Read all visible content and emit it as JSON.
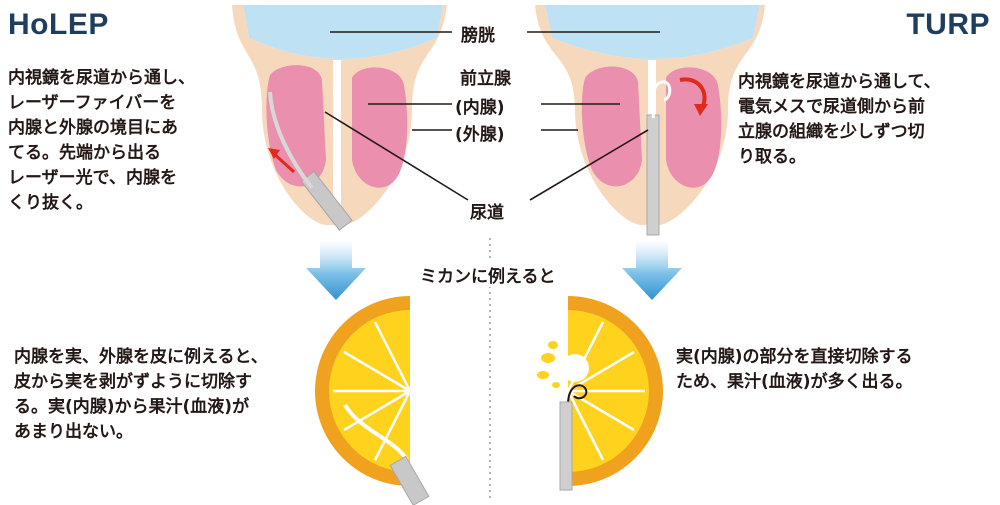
{
  "left": {
    "title": "HoLEP",
    "upper_desc": "内視鏡を尿道から通し、\nレーザーファイバーを\n内腺と外腺の境目にあ\nてる。先端から出る\nレーザー光で、内腺を\nくり抜く。",
    "lower_desc": "内腺を実、外腺を皮に例えると、\n皮から実を剥がずように切除す\nる。実(内腺)から果汁(血液)が\nあまり出ない。"
  },
  "right": {
    "title": "TURP",
    "upper_desc": "内視鏡を尿道から通して、\n電気メスで尿道側から前\n立腺の組織を少しずつ切\nり取る。",
    "lower_desc": "実(内腺)の部分を直接切除する\nため、果汁(血液)が多く出る。"
  },
  "center": {
    "bladder": "膀胱",
    "prostate": "前立腺",
    "inner": "(内腺)",
    "outer": "(外腺)",
    "urethra": "尿道",
    "analogy": "ミカンに例えると"
  },
  "colors": {
    "title": "#1f3d5c",
    "bladder": "#bfe1f4",
    "outer_gland": "#f6d9bd",
    "inner_gland": "#eb8fae",
    "arrow_blue": "#2f93cf",
    "orange_peel": "#f0a21f",
    "orange_flesh": "#ffd21e",
    "red_arrow": "#e02a1c"
  }
}
